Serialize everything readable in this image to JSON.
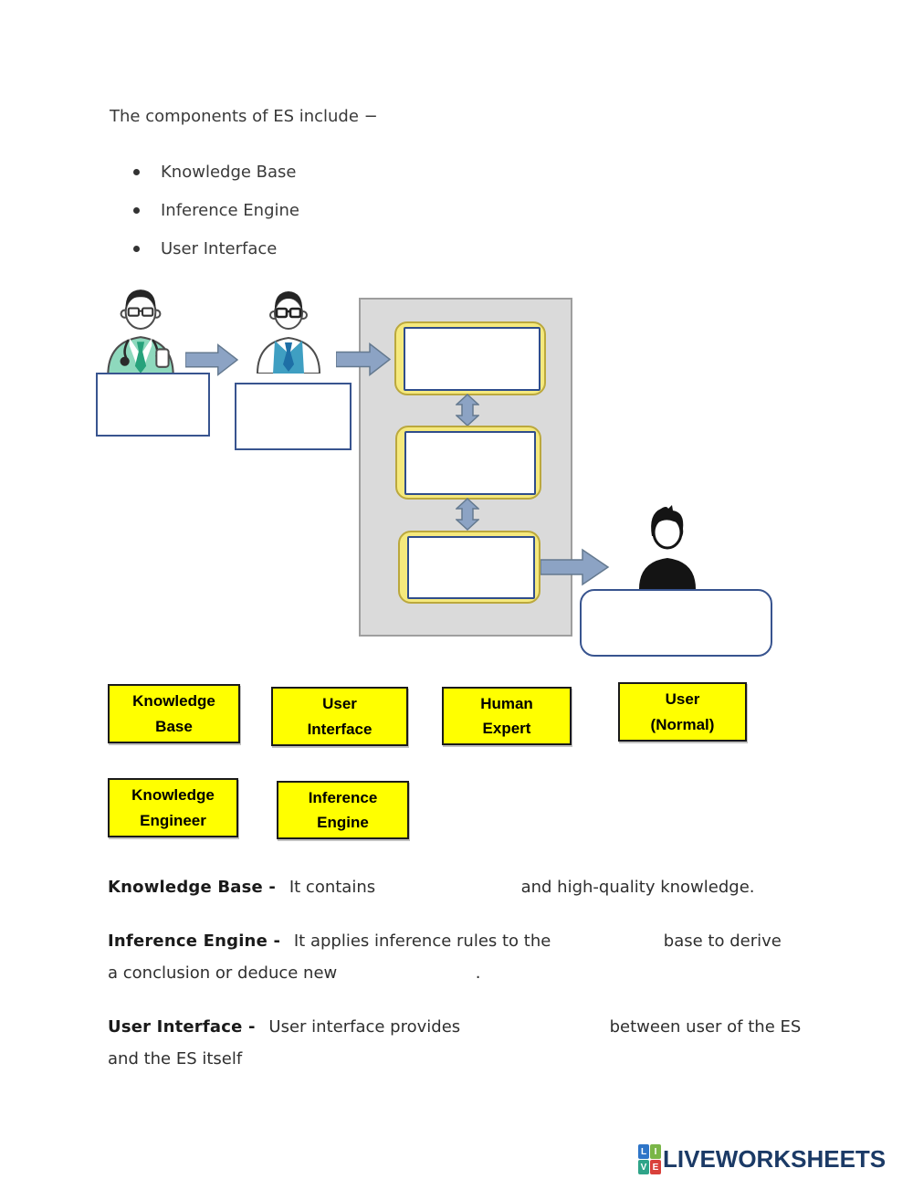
{
  "intro": {
    "title": "The components of ES include −",
    "bullets": [
      "Knowledge Base",
      "Inference Engine",
      "User Interface"
    ]
  },
  "icons": {
    "human_expert": "doctor-icon",
    "knowledge_engineer": "engineer-icon",
    "user": "user-silhouette-icon",
    "flow_arrow": "block-arrow-right-icon",
    "exchange_arrow": "double-arrow-vertical-icon"
  },
  "labels": [
    {
      "text": "Knowledge\nBase"
    },
    {
      "text": "User\nInterface"
    },
    {
      "text": "Human\nExpert"
    },
    {
      "text": "User\n(Normal)"
    },
    {
      "text": "Knowledge\nEngineer"
    },
    {
      "text": "Inference\nEngine"
    }
  ],
  "definitions": {
    "knowledge_base": {
      "term": "Knowledge Base -",
      "after_term": "It contains",
      "after_blank": "and high-quality knowledge."
    },
    "inference_engine": {
      "term": "Inference Engine -",
      "after_term": "It applies inference rules to the",
      "after_blank": "base to derive",
      "line2_start": "a conclusion or deduce new",
      "line2_end": "."
    },
    "user_interface": {
      "term": "User Interface -",
      "after_term": "User interface provides",
      "after_blank": "between user of the ES",
      "line2": "and the ES itself"
    }
  },
  "footer": {
    "brand": "LIVEWORKSHEETS",
    "logo_letters": [
      "L",
      "I",
      "V",
      "E"
    ]
  },
  "colors": {
    "label_yellow": "#ffff00",
    "slot_yellow": "#f5e97d",
    "panel_gray": "#dadada",
    "arrow_blue": "#8ca3c4",
    "box_border_blue": "#2f4d8c",
    "brand_navy": "#1b3a66",
    "logo_square_colors": [
      "#2e75c8",
      "#7ab648",
      "#2fa489",
      "#d9413b"
    ]
  }
}
